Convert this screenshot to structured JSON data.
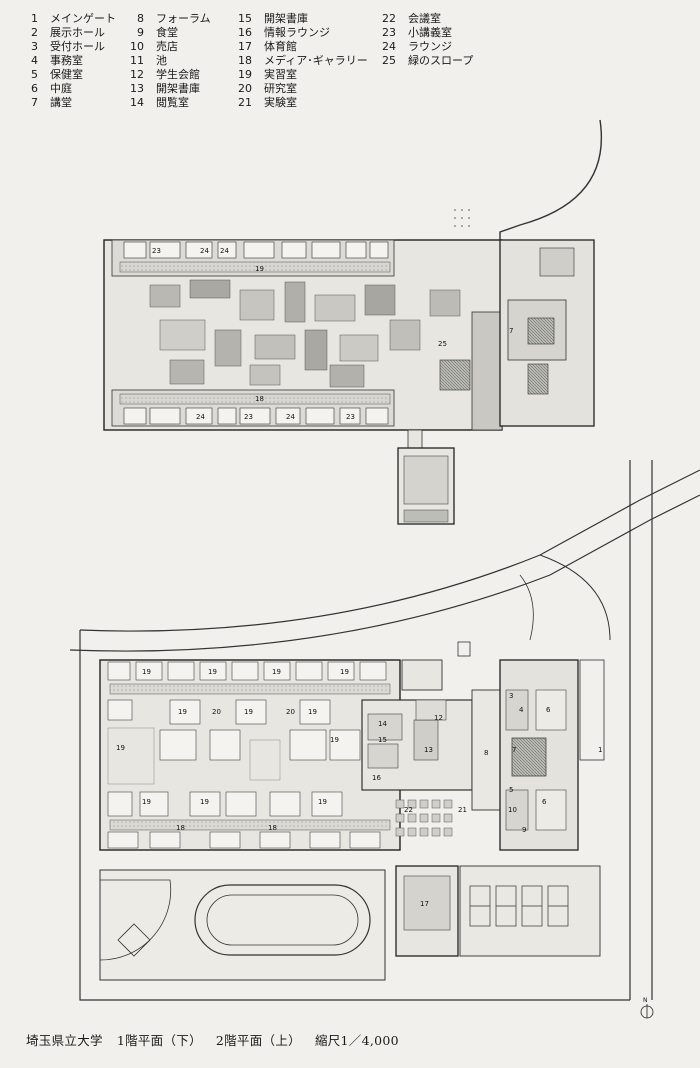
{
  "legend": {
    "col1": [
      {
        "num": "1",
        "label": "メインゲート"
      },
      {
        "num": "2",
        "label": "展示ホール"
      },
      {
        "num": "3",
        "label": "受付ホール"
      },
      {
        "num": "4",
        "label": "事務室"
      },
      {
        "num": "5",
        "label": "保健室"
      },
      {
        "num": "6",
        "label": "中庭"
      },
      {
        "num": "7",
        "label": "講堂"
      }
    ],
    "col2": [
      {
        "num": "8",
        "label": "フォーラム"
      },
      {
        "num": "9",
        "label": "食堂"
      },
      {
        "num": "10",
        "label": "売店"
      },
      {
        "num": "11",
        "label": "池"
      },
      {
        "num": "12",
        "label": "学生会館"
      },
      {
        "num": "13",
        "label": "開架書庫"
      },
      {
        "num": "14",
        "label": "閲覧室"
      }
    ],
    "col3": [
      {
        "num": "15",
        "label": "開架書庫"
      },
      {
        "num": "16",
        "label": "情報ラウンジ"
      },
      {
        "num": "17",
        "label": "体育館"
      },
      {
        "num": "18",
        "label": "メディア･ギャラリー"
      },
      {
        "num": "19",
        "label": "実習室"
      },
      {
        "num": "20",
        "label": "研究室"
      },
      {
        "num": "21",
        "label": "実験室"
      }
    ],
    "col4": [
      {
        "num": "22",
        "label": "会議室"
      },
      {
        "num": "23",
        "label": "小講義室"
      },
      {
        "num": "24",
        "label": "ラウンジ"
      },
      {
        "num": "25",
        "label": "緑のスロープ"
      }
    ]
  },
  "plan_upper": {
    "room_labels": [
      "23",
      "24",
      "24",
      "19",
      "25",
      "7",
      "18",
      "24",
      "23",
      "24",
      "23"
    ]
  },
  "plan_lower": {
    "room_labels": [
      "19",
      "19",
      "19",
      "19",
      "19",
      "20",
      "19",
      "20",
      "19",
      "19",
      "14",
      "15",
      "13",
      "12",
      "16",
      "8",
      "19",
      "19",
      "19",
      "18",
      "18",
      "19",
      "22",
      "21",
      "17",
      "3",
      "4",
      "6",
      "7",
      "5",
      "10",
      "9",
      "6",
      "1"
    ],
    "north_label": "N"
  },
  "caption": {
    "name": "埼玉県立大学",
    "floor1": "1階平面（下）",
    "floor2": "2階平面（上）",
    "scale": "縮尺1／4,000"
  }
}
